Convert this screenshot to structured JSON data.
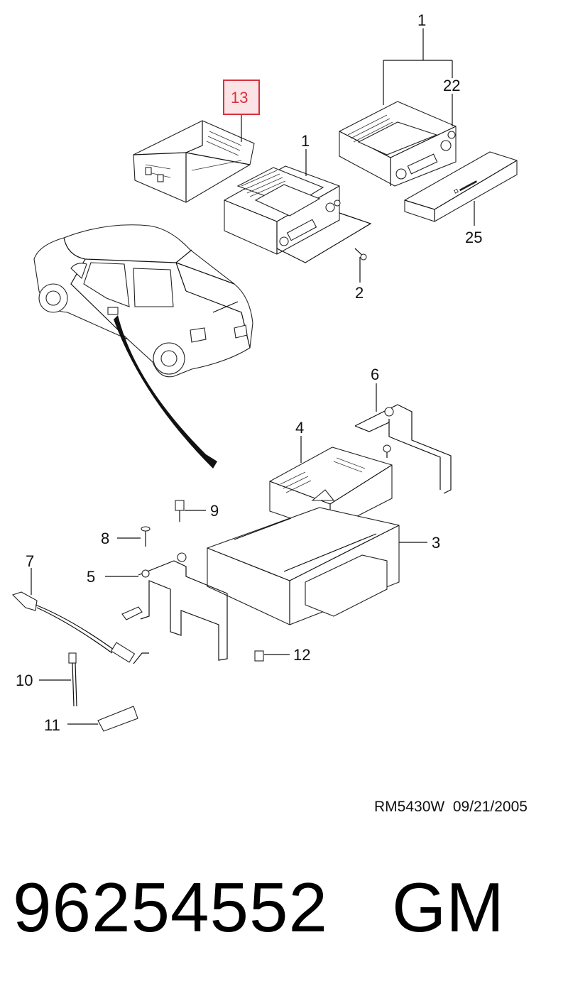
{
  "callouts": {
    "c1_top": "1",
    "c22": "22",
    "c13": "13",
    "c1_mid": "1",
    "c25": "25",
    "c2": "2",
    "c6": "6",
    "c4": "4",
    "c9": "9",
    "c3": "3",
    "c8": "8",
    "c7": "7",
    "c5": "5",
    "c12": "12",
    "c10": "10",
    "c11": "11"
  },
  "highlight_color": "#d9303e",
  "highlight_fill": "#fbe4e6",
  "footer": {
    "drawing_code": "RM5430W  09/21/2005",
    "part_number": "96254552",
    "brand": "GM"
  }
}
